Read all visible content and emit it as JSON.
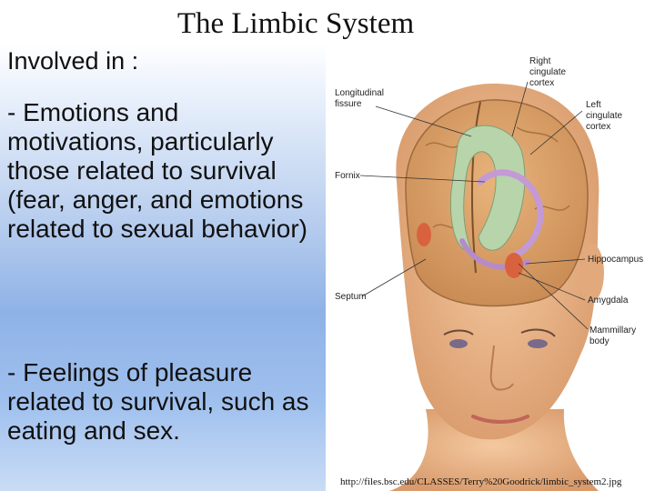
{
  "slide": {
    "title": "The Limbic System",
    "subtitle": "Involved in :",
    "bullets": [
      "- Emotions and motivations, particularly those related to survival (fear, anger, and emotions related to sexual behavior)",
      "- Feelings of pleasure related to survival, such as eating and sex."
    ]
  },
  "figure": {
    "labels": {
      "right_cingulate": [
        "Right",
        "cingulate",
        "cortex"
      ],
      "longitudinal_fissure": [
        "Longitudinal",
        "fissure"
      ],
      "left_cingulate": [
        "Left",
        "cingulate",
        "cortex"
      ],
      "fornix": [
        "Fornix"
      ],
      "hippocampus": [
        "Hippocampus"
      ],
      "septum": [
        "Septum"
      ],
      "amygdala": [
        "Amygdala"
      ],
      "mammillary_body": [
        "Mammillary",
        "body"
      ]
    },
    "source_url": "http://files.bsc.edu/CLASSES/Terry%20Goodrick/limbic_system2.jpg",
    "colors": {
      "skin": "#e9b487",
      "brain": "#d9a06a",
      "cingulate": "#b4d0a8",
      "fornix": "#c9a2d8",
      "amygdala": "#d9623e"
    }
  }
}
